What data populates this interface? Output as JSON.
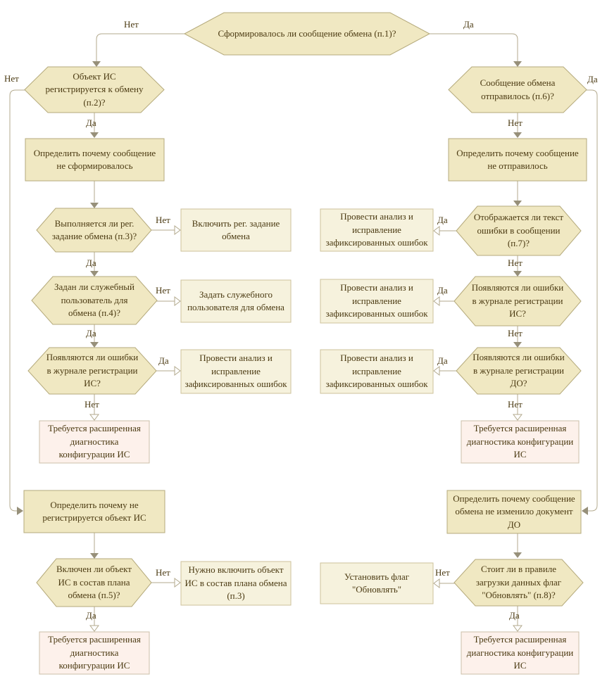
{
  "diagram": {
    "type": "flowchart",
    "language": "ru",
    "colors": {
      "decision_fill": "#f0e8c2",
      "decision_border": "#b5aa7c",
      "action_fill": "#f6f2dd",
      "action_border": "#cdc29b",
      "final_fill": "#fdf1eb",
      "final_border": "#ccbfa8",
      "connector": "#b3aa8e",
      "text": "#4b3a12"
    },
    "nodes": {
      "q1": {
        "type": "decision",
        "text": "Сформировалось ли сообщение обмена (п.1)?"
      },
      "q2": {
        "type": "decision",
        "text": "Объект ИС регистрируется к обмену (п.2)?"
      },
      "d1": {
        "type": "process",
        "text": "Определить почему сообщение не сформировалось"
      },
      "q3": {
        "type": "decision",
        "text": "Выполняется ли рег. задание обмена (п.3)?"
      },
      "a1": {
        "type": "action",
        "text": "Включить рег. задание обмена"
      },
      "q4": {
        "type": "decision",
        "text": "Задан ли служебный пользователь для обмена (п.4)?"
      },
      "a2": {
        "type": "action",
        "text": "Задать служебного пользователя для обмена"
      },
      "q5": {
        "type": "decision",
        "text": "Появляются ли ошибки в журнале регистрации ИС?"
      },
      "a3": {
        "type": "action",
        "text": "Провести анализ и исправление зафиксированных ошибок"
      },
      "p1": {
        "type": "final",
        "text": "Требуется расширенная диагностика конфигурации ИС"
      },
      "d2": {
        "type": "process",
        "text": "Определить почему не регистрируется объект ИС"
      },
      "q6": {
        "type": "decision",
        "text": "Включен ли объект ИС в состав плана обмена (п.5)?"
      },
      "a4": {
        "type": "action",
        "text": "Нужно включить объект ИС в состав плана обмена (п.3)"
      },
      "p2": {
        "type": "final",
        "text": "Требуется расширенная диагностика конфигурации ИС"
      },
      "q7": {
        "type": "decision",
        "text": "Сообщение обмена отправилось (п.6)?"
      },
      "d3": {
        "type": "process",
        "text": "Определить почему сообщение не отправилось"
      },
      "q8": {
        "type": "decision",
        "text": "Отображается ли текст ошибки в сообщении (п.7)?"
      },
      "b1": {
        "type": "action",
        "text": "Провести анализ и исправление зафиксированных ошибок"
      },
      "q9": {
        "type": "decision",
        "text": "Появляются ли ошибки в журнале регистрации ИС?"
      },
      "b2": {
        "type": "action",
        "text": "Провести анализ и исправление зафиксированных ошибок"
      },
      "q10": {
        "type": "decision",
        "text": "Появляются ли ошибки в журнале регистрации ДО?"
      },
      "b3": {
        "type": "action",
        "text": "Провести анализ и исправление зафиксированных ошибок"
      },
      "p3": {
        "type": "final",
        "text": "Требуется расширенная диагностика конфигурации ИС"
      },
      "d4": {
        "type": "process",
        "text": "Определить почему сообщение обмена не изменило документ ДО"
      },
      "q11": {
        "type": "decision",
        "text": "Стоит ли в правиле загрузки данных флаг \"Обновлять\" (п.8)?"
      },
      "b5": {
        "type": "action",
        "text": "Установить флаг \"Обновлять\""
      },
      "p4": {
        "type": "final",
        "text": "Требуется расширенная диагностика конфигурации ИС"
      }
    },
    "edges": [
      {
        "from": "q1",
        "to": "q2",
        "label": "Нет"
      },
      {
        "from": "q1",
        "to": "q7",
        "label": "Да"
      },
      {
        "from": "q2",
        "to": "d2",
        "label": "Нет"
      },
      {
        "from": "q2",
        "to": "d1",
        "label": "Да"
      },
      {
        "from": "d1",
        "to": "q3",
        "label": ""
      },
      {
        "from": "q3",
        "to": "a1",
        "label": "Нет"
      },
      {
        "from": "q3",
        "to": "q4",
        "label": "Да"
      },
      {
        "from": "q4",
        "to": "a2",
        "label": "Нет"
      },
      {
        "from": "q4",
        "to": "q5",
        "label": "Да"
      },
      {
        "from": "q5",
        "to": "a3",
        "label": "Да"
      },
      {
        "from": "q5",
        "to": "p1",
        "label": "Нет"
      },
      {
        "from": "d2",
        "to": "q6",
        "label": ""
      },
      {
        "from": "q6",
        "to": "a4",
        "label": "Нет"
      },
      {
        "from": "q6",
        "to": "p2",
        "label": "Да"
      },
      {
        "from": "q7",
        "to": "d3",
        "label": "Нет"
      },
      {
        "from": "q7",
        "to": "d4",
        "label": "Да"
      },
      {
        "from": "d3",
        "to": "q8",
        "label": ""
      },
      {
        "from": "q8",
        "to": "b1",
        "label": "Да"
      },
      {
        "from": "q8",
        "to": "q9",
        "label": "Нет"
      },
      {
        "from": "q9",
        "to": "b2",
        "label": "Да"
      },
      {
        "from": "q9",
        "to": "q10",
        "label": "Нет"
      },
      {
        "from": "q10",
        "to": "b3",
        "label": "Да"
      },
      {
        "from": "q10",
        "to": "p3",
        "label": "Нет"
      },
      {
        "from": "d4",
        "to": "q11",
        "label": ""
      },
      {
        "from": "q11",
        "to": "b5",
        "label": "Нет"
      },
      {
        "from": "q11",
        "to": "p4",
        "label": "Да"
      }
    ]
  }
}
